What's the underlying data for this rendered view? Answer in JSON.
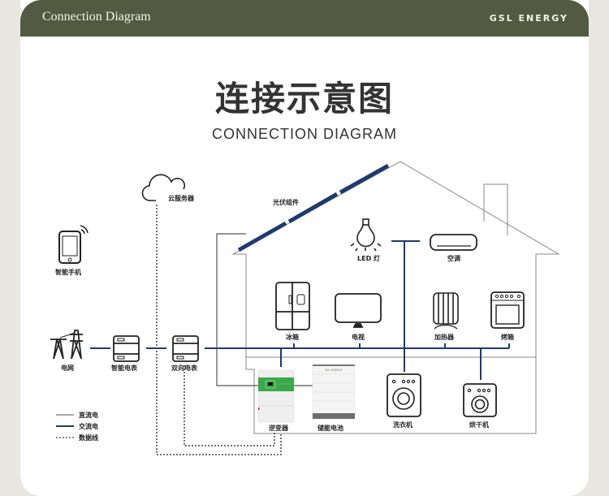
{
  "header": {
    "title": "Connection Diagram",
    "brand": "GSL ENERGY"
  },
  "main": {
    "title_cn": "连接示意图",
    "title_en": "CONNECTION DIAGRAM"
  },
  "colors": {
    "header_bg": "#525a41",
    "ac_line": "#1f3a6e",
    "dc_line": "#555555",
    "inverter_green": "#3aa84a"
  },
  "components": {
    "cloud": {
      "label": "云服务器",
      "icon": "cloud-icon"
    },
    "pv": {
      "label": "光伏组件",
      "icon": "solar-panel-icon"
    },
    "phone": {
      "label": "智能手机",
      "icon": "smartphone-icon"
    },
    "grid": {
      "label": "电网",
      "icon": "power-tower-icon"
    },
    "smart_meter": {
      "label": "智能电表",
      "icon": "meter-icon"
    },
    "bidir_meter": {
      "label": "双向电表",
      "icon": "meter-icon"
    },
    "led": {
      "label": "LED 灯",
      "icon": "light-bulb-icon"
    },
    "ac": {
      "label": "空调",
      "icon": "air-conditioner-icon"
    },
    "fridge": {
      "label": "冰箱",
      "icon": "fridge-icon"
    },
    "tv": {
      "label": "电视",
      "icon": "tv-icon"
    },
    "heater": {
      "label": "加热器",
      "icon": "heater-icon"
    },
    "oven": {
      "label": "烤箱",
      "icon": "oven-icon"
    },
    "inverter": {
      "label": "逆变器",
      "icon": "inverter-icon"
    },
    "battery": {
      "label": "储能电池",
      "icon": "battery-icon",
      "brand": "GSL ENERGY"
    },
    "washer": {
      "label": "洗衣机",
      "icon": "washing-machine-icon"
    },
    "dryer": {
      "label": "烘干机",
      "icon": "dryer-icon"
    }
  },
  "legend": [
    {
      "label": "直流电",
      "style": "dc"
    },
    {
      "label": "交流电",
      "style": "ac"
    },
    {
      "label": "数据线",
      "style": "data"
    }
  ]
}
